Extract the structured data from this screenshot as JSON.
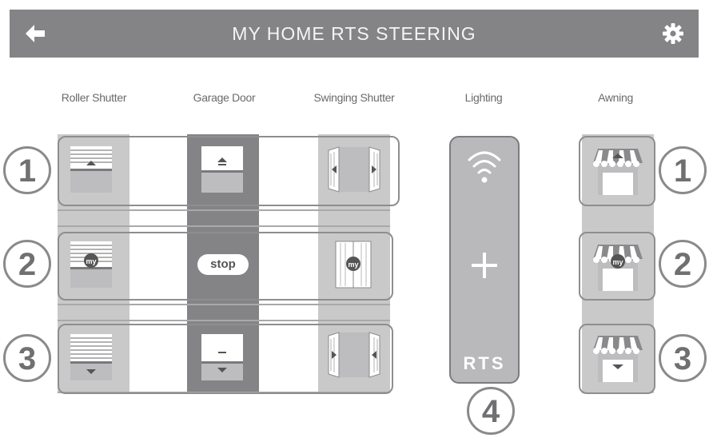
{
  "header": {
    "title": "MY HOME RTS STEERING",
    "back_icon": "arrow-left-icon",
    "settings_icon": "gear-icon"
  },
  "columns": {
    "roller_shutter": "Roller Shutter",
    "garage_door": "Garage Door",
    "swinging_shutter": "Swinging Shutter",
    "lighting": "Lighting",
    "awning": "Awning"
  },
  "garage": {
    "stop_label": "stop"
  },
  "lighting": {
    "protocol_label": "RTS",
    "icon": "wifi-icon",
    "action_icon": "plus-icon"
  },
  "callouts": {
    "one": "1",
    "two": "2",
    "three": "3",
    "four": "4"
  },
  "my_label": "my",
  "colors": {
    "header": "#848486",
    "tile": "#c9c9ca",
    "dark_tile": "#848486"
  }
}
